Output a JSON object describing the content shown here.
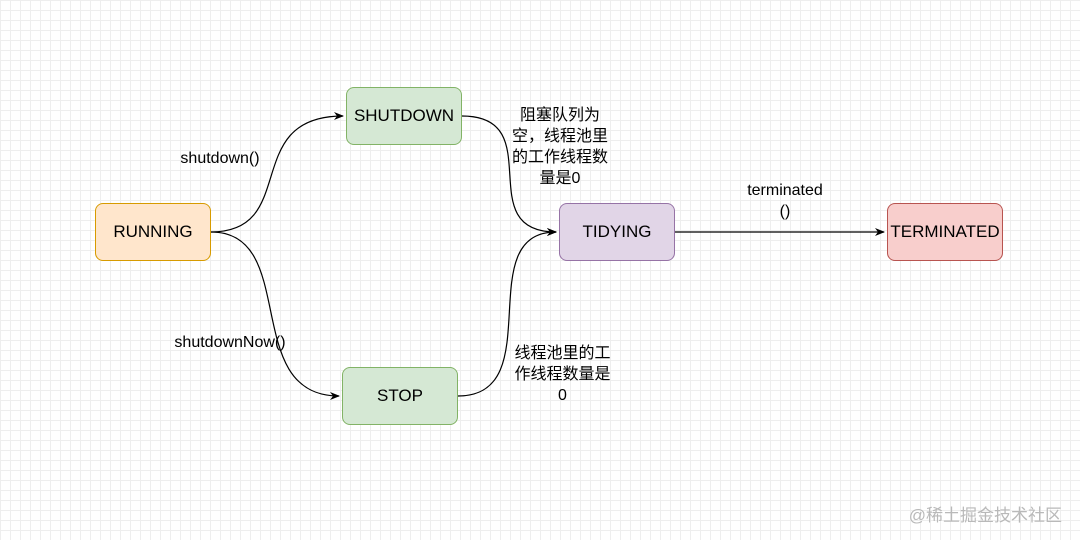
{
  "nodes": {
    "running": {
      "label": "RUNNING",
      "fill": "#ffe6cc",
      "stroke": "#d79b00"
    },
    "shutdown": {
      "label": "SHUTDOWN",
      "fill": "#d5e8d4",
      "stroke": "#82b366"
    },
    "stop": {
      "label": "STOP",
      "fill": "#d5e8d4",
      "stroke": "#82b366"
    },
    "tidying": {
      "label": "TIDYING",
      "fill": "#e1d5e7",
      "stroke": "#9673a6"
    },
    "terminated": {
      "label": "TERMINATED",
      "fill": "#f8cecc",
      "stroke": "#b85450"
    }
  },
  "edges": [
    {
      "from": "RUNNING",
      "to": "SHUTDOWN",
      "label": "shutdown()"
    },
    {
      "from": "RUNNING",
      "to": "STOP",
      "label": "shutdownNow()"
    },
    {
      "from": "SHUTDOWN",
      "to": "TIDYING",
      "label": "阻塞队列为\n空，线程池里\n的工作线程数\n量是0"
    },
    {
      "from": "STOP",
      "to": "TIDYING",
      "label": "线程池里的工\n作线程数量是\n0"
    },
    {
      "from": "TIDYING",
      "to": "TERMINATED",
      "label": "terminated\n()"
    }
  ],
  "watermark": "@稀土掘金技术社区",
  "colors": {
    "edge": "#000000",
    "grid": "#eeeeee",
    "watermark": "#b9b9b9"
  }
}
